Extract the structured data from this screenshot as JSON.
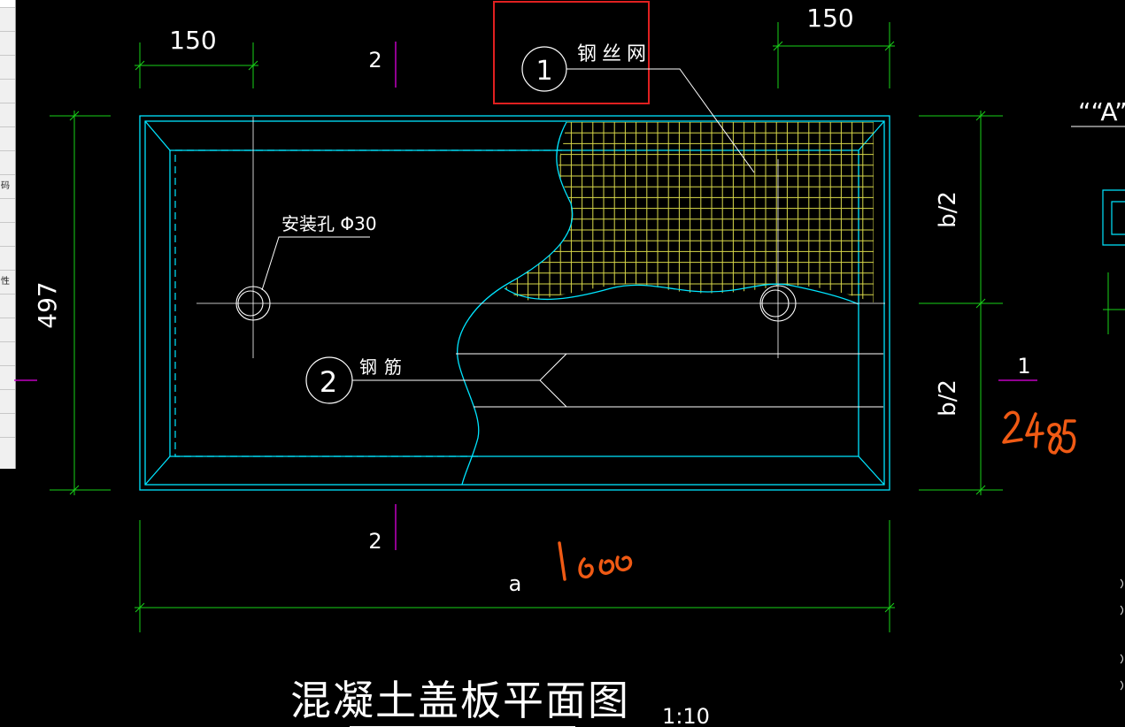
{
  "side_panel": {
    "items": [
      "",
      "",
      "",
      "",
      "",
      "",
      "",
      "码",
      "",
      "",
      "",
      "性",
      "",
      "",
      "",
      "",
      "",
      ""
    ]
  },
  "drawing": {
    "title": "混凝土盖板平面图",
    "scale": "1:10",
    "dim_top_left": "150",
    "dim_top_right": "150",
    "dim_left_height": "497",
    "dim_bottom_a": "a",
    "dim_right_b_upper": "b/2",
    "dim_right_b_lower": "b/2",
    "section_mark_top": "2",
    "section_mark_bottom": "2",
    "section_mark_right": "1",
    "callout_1_number": "1",
    "callout_1_label": "钢丝网",
    "callout_2_number": "2",
    "callout_2_label": "钢筋",
    "hole_label": "安装孔 Φ30",
    "view_label_A": "““A”"
  },
  "annotations": {
    "handwritten_width": "1600",
    "handwritten_height": "2485"
  },
  "colors": {
    "background": "#000000",
    "slab_outline": "#00e5ff",
    "dimension": "#19d219",
    "mesh": "#d8d84a",
    "text": "#ffffff",
    "section_mark": "#c000c0",
    "highlight_box": "#e02020",
    "handwriting": "#f05a14"
  }
}
